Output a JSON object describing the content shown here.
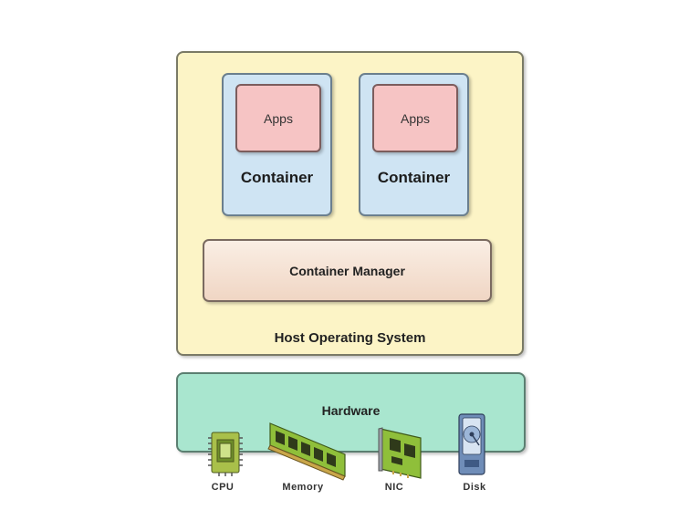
{
  "diagram": {
    "host_label": "Host Operating System",
    "containers": [
      {
        "label": "Container",
        "app_label": "Apps"
      },
      {
        "label": "Container",
        "app_label": "Apps"
      }
    ],
    "manager_label": "Container Manager",
    "hardware_label": "Hardware",
    "components": [
      {
        "label": "CPU",
        "icon": "cpu-chip-icon"
      },
      {
        "label": "Memory",
        "icon": "memory-module-icon"
      },
      {
        "label": "NIC",
        "icon": "network-card-icon"
      },
      {
        "label": "Disk",
        "icon": "disk-drive-icon"
      }
    ],
    "colors": {
      "host": "#fcf4c6",
      "container": "#cfe4f3",
      "apps": "#f6c4c4",
      "manager": "#f0d6c4",
      "hardware": "#a9e6cf"
    }
  }
}
